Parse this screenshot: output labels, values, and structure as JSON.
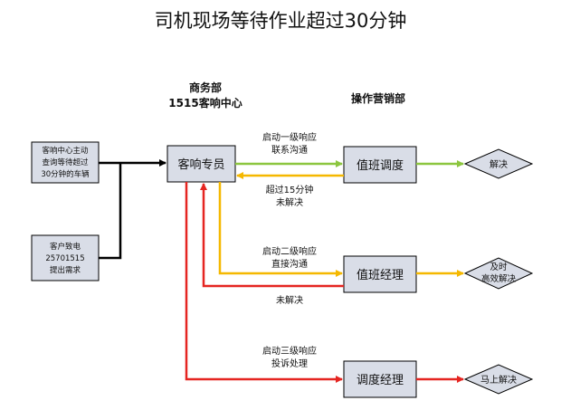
{
  "title": "司机现场等待作业超过30分钟",
  "headers": {
    "dept_left_line1": "商务部",
    "dept_left_line2": "1515客响中心",
    "dept_right": "操作营销部"
  },
  "sources": {
    "query_line1": "客响中心主动",
    "query_line2": "查询等待超过",
    "query_line3": "30分钟的车辆",
    "call_line1": "客户致电",
    "call_line2": "25701515",
    "call_line3": "提出需求"
  },
  "nodes": {
    "agent": "客响专员",
    "duty_dispatch": "值班调度",
    "duty_manager": "值班经理",
    "dispatch_manager": "调度经理"
  },
  "outcomes": {
    "solved": "解决",
    "timely_line1": "及时",
    "timely_line2": "高效解决",
    "immediate": "马上解决"
  },
  "edge_labels": {
    "l1_line1": "启动一级响应",
    "l1_line2": "联系沟通",
    "back1_line1": "超过15分钟",
    "back1_line2": "未解决",
    "l2_line1": "启动二级响应",
    "l2_line2": "直接沟通",
    "back2": "未解决",
    "l3_line1": "启动三级响应",
    "l3_line2": "投诉处理"
  },
  "colors": {
    "level1": "#8cc63f",
    "level2": "#f5b800",
    "level3": "#e52521",
    "box_fill": "#d9dde7"
  }
}
